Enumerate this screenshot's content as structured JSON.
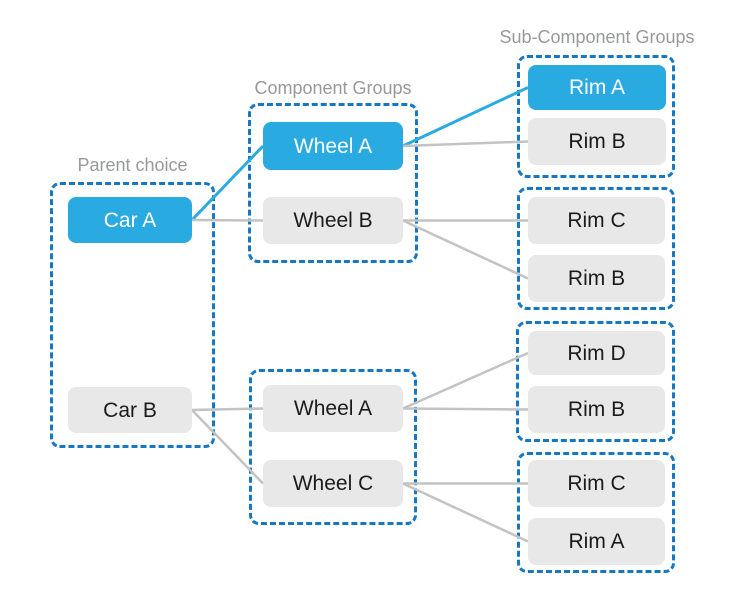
{
  "diagram": {
    "column_labels": {
      "parent": "Parent choice",
      "component": "Component Groups",
      "sub": "Sub-Component Groups"
    },
    "parent_group": {
      "items": [
        {
          "label": "Car A",
          "selected": true
        },
        {
          "label": "Car B",
          "selected": false
        }
      ]
    },
    "component_groups": [
      {
        "items": [
          {
            "label": "Wheel A",
            "selected": true
          },
          {
            "label": "Wheel B",
            "selected": false
          }
        ]
      },
      {
        "items": [
          {
            "label": "Wheel A",
            "selected": false
          },
          {
            "label": "Wheel C",
            "selected": false
          }
        ]
      }
    ],
    "sub_component_groups": [
      {
        "items": [
          {
            "label": "Rim A",
            "selected": true
          },
          {
            "label": "Rim B",
            "selected": false
          }
        ]
      },
      {
        "items": [
          {
            "label": "Rim C",
            "selected": false
          },
          {
            "label": "Rim B",
            "selected": false
          }
        ]
      },
      {
        "items": [
          {
            "label": "Rim D",
            "selected": false
          },
          {
            "label": "Rim B",
            "selected": false
          }
        ]
      },
      {
        "items": [
          {
            "label": "Rim C",
            "selected": false
          },
          {
            "label": "Rim A",
            "selected": false
          }
        ]
      }
    ],
    "edges": [
      {
        "from": "car-a",
        "to": "wheel-a-1",
        "highlighted": true
      },
      {
        "from": "car-a",
        "to": "wheel-b",
        "highlighted": false
      },
      {
        "from": "wheel-a-1",
        "to": "rim-a-1",
        "highlighted": true
      },
      {
        "from": "wheel-a-1",
        "to": "rim-b-1",
        "highlighted": false
      },
      {
        "from": "wheel-b",
        "to": "rim-c-1",
        "highlighted": false
      },
      {
        "from": "wheel-b",
        "to": "rim-b-2",
        "highlighted": false
      },
      {
        "from": "car-b",
        "to": "wheel-a-2",
        "highlighted": false
      },
      {
        "from": "car-b",
        "to": "wheel-c",
        "highlighted": false
      },
      {
        "from": "wheel-a-2",
        "to": "rim-d",
        "highlighted": false
      },
      {
        "from": "wheel-a-2",
        "to": "rim-b-3",
        "highlighted": false
      },
      {
        "from": "wheel-c",
        "to": "rim-c-2",
        "highlighted": false
      },
      {
        "from": "wheel-c",
        "to": "rim-a-2",
        "highlighted": false
      }
    ]
  },
  "colors": {
    "selected_bg": "#29ABE2",
    "selected_text": "#FFFFFF",
    "node_bg": "#E8E8E9",
    "node_text": "#1B1B1B",
    "group_border": "#1778C1",
    "edge": "#C3C3C3",
    "edge_highlight": "#29ABE2",
    "label_text": "#97999B"
  }
}
